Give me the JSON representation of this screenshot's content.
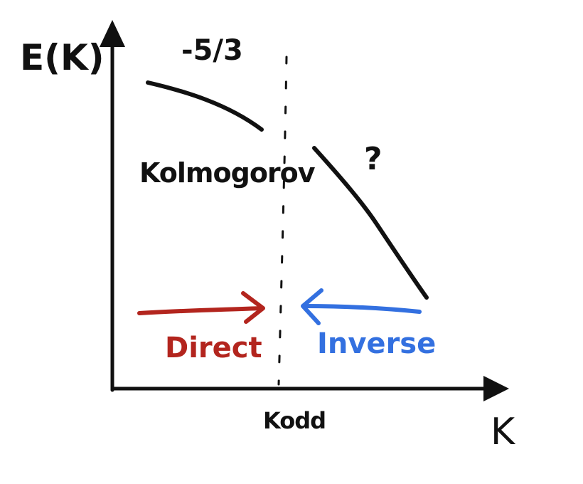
{
  "axes": {
    "y_label": "E(K)",
    "x_label": "K",
    "x_tick_label": "Kodd"
  },
  "annotations": {
    "slope_label": "-5/3",
    "left_region_label": "Kolmogorov",
    "right_region_label": "?",
    "direct_label": "Direct",
    "inverse_label": "Inverse"
  },
  "colors": {
    "ink": "#111111",
    "direct_arrow": "#b3251e",
    "inverse_arrow": "#3370e0"
  }
}
